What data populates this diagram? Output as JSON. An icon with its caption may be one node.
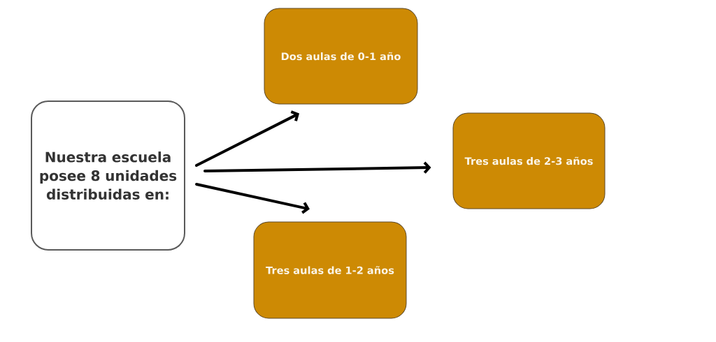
{
  "diagram": {
    "nodes": [
      {
        "text": [
          "Nuestra escuela posee 8 unidades distribuidas en:"
        ]
      },
      {
        "text": [
          "Dos aulas de 0-1 año"
        ]
      },
      {
        "text": [
          "Tres aulas de 2-3 años"
        ]
      },
      {
        "text": [
          "Tres aulas de 1-2 años"
        ]
      }
    ],
    "edges": [
      {
        "from": 0,
        "to": 1,
        "arrow": "to"
      },
      {
        "from": 0,
        "to": 2,
        "arrow": "to"
      },
      {
        "from": 0,
        "to": 3,
        "arrow": "to"
      }
    ]
  }
}
